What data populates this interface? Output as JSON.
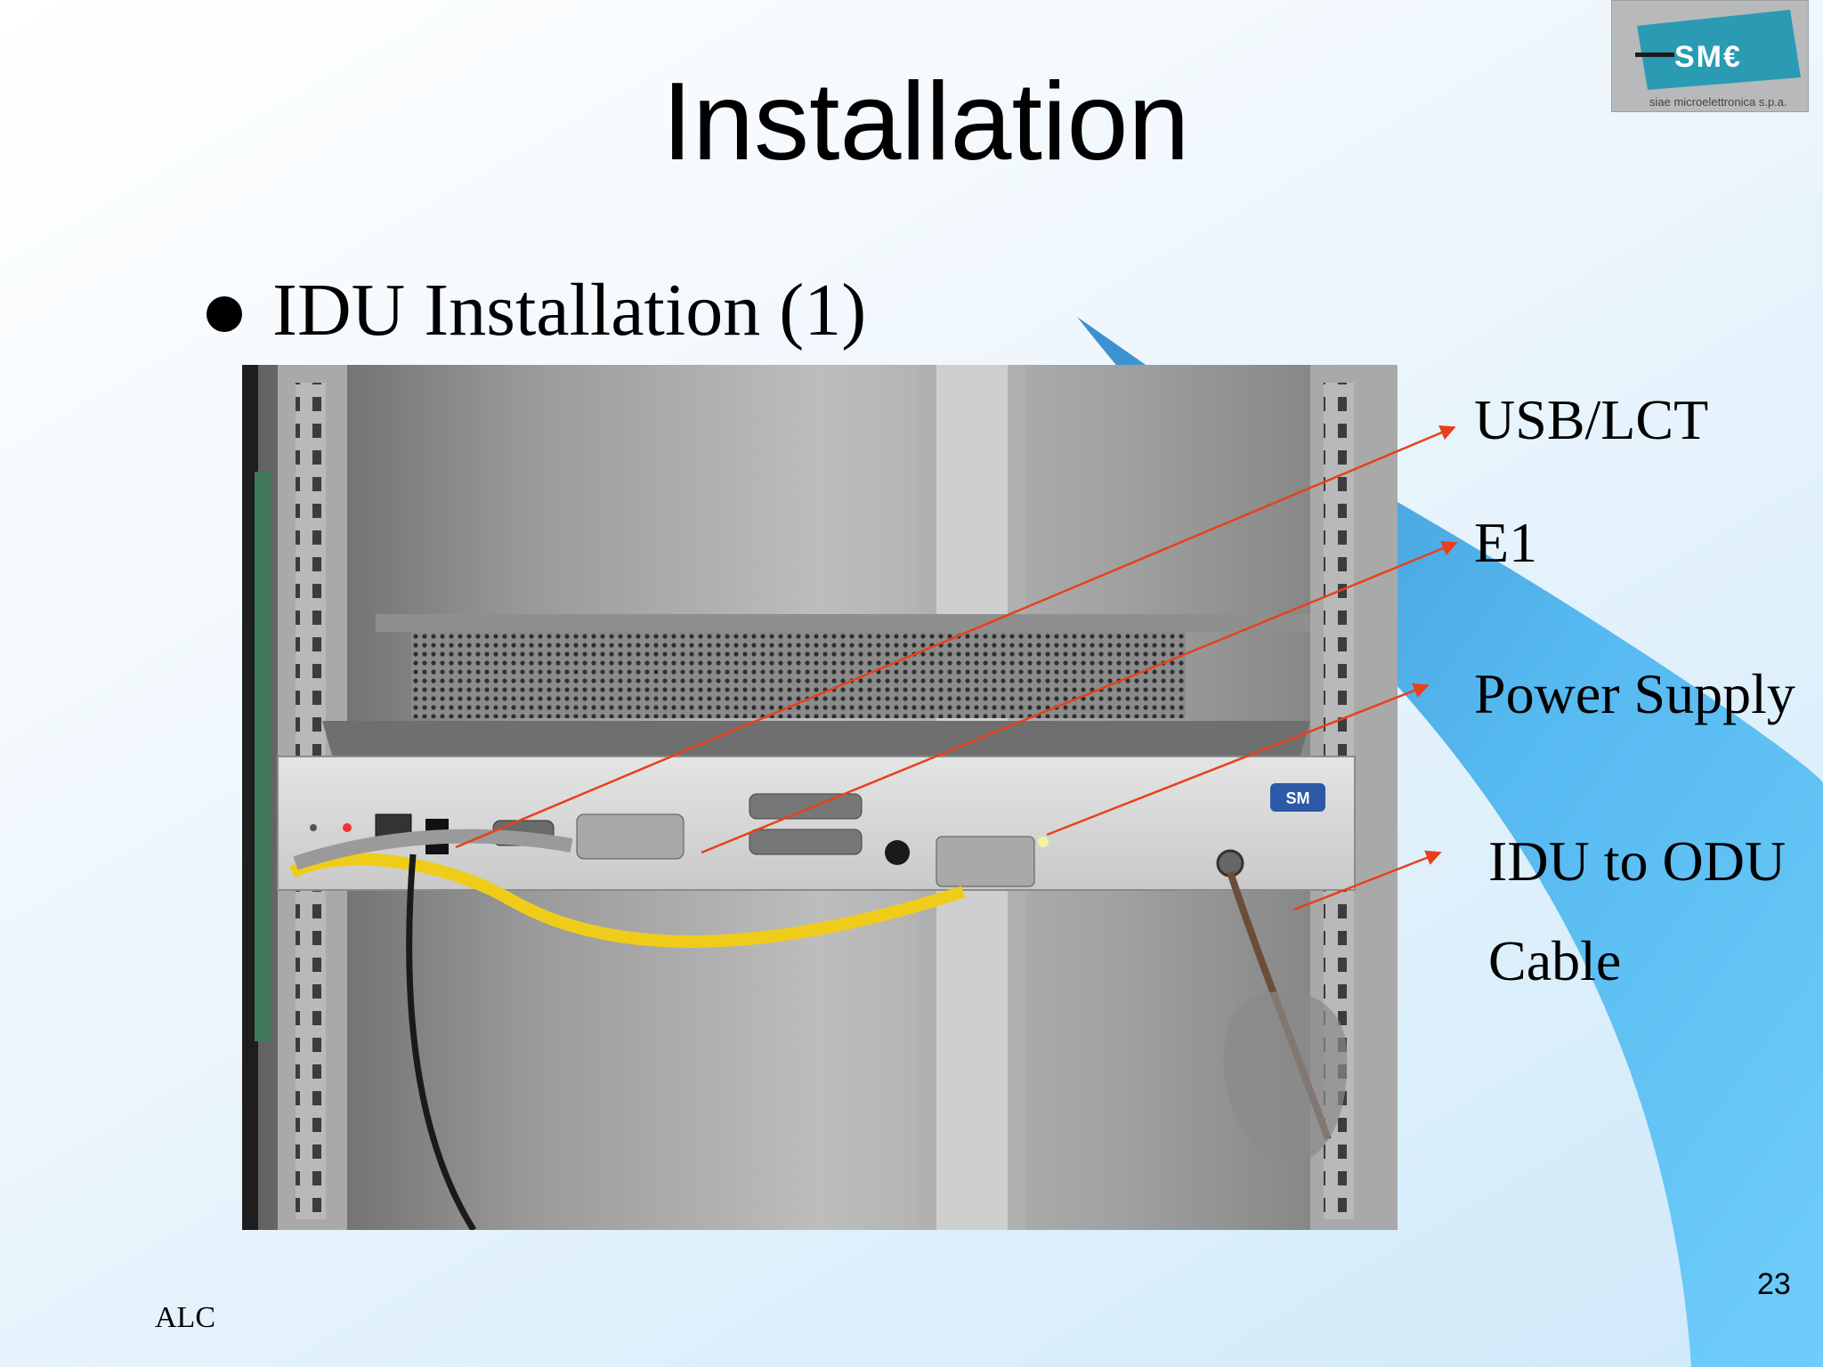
{
  "slide": {
    "title": "Installation",
    "bullet": "IDU Installation (1)",
    "footer_left": "ALC",
    "page_number": "23"
  },
  "logo": {
    "mark": "SM€",
    "caption": "siae microelettronica s.p.a."
  },
  "photo": {
    "panel_brand": "SM"
  },
  "callouts": [
    {
      "id": "usb-lct",
      "label": "USB/LCT"
    },
    {
      "id": "e1",
      "label": "E1"
    },
    {
      "id": "power-supply",
      "label": "Power Supply"
    },
    {
      "id": "idu-odu",
      "label_line1": "IDU to ODU",
      "label_line2": "Cable"
    }
  ],
  "colors": {
    "swoosh": "#5cc0f5",
    "swoosh_dark": "#2b6fa0",
    "arrow": "#e8401c",
    "logo_teal": "#2a9bb2"
  }
}
